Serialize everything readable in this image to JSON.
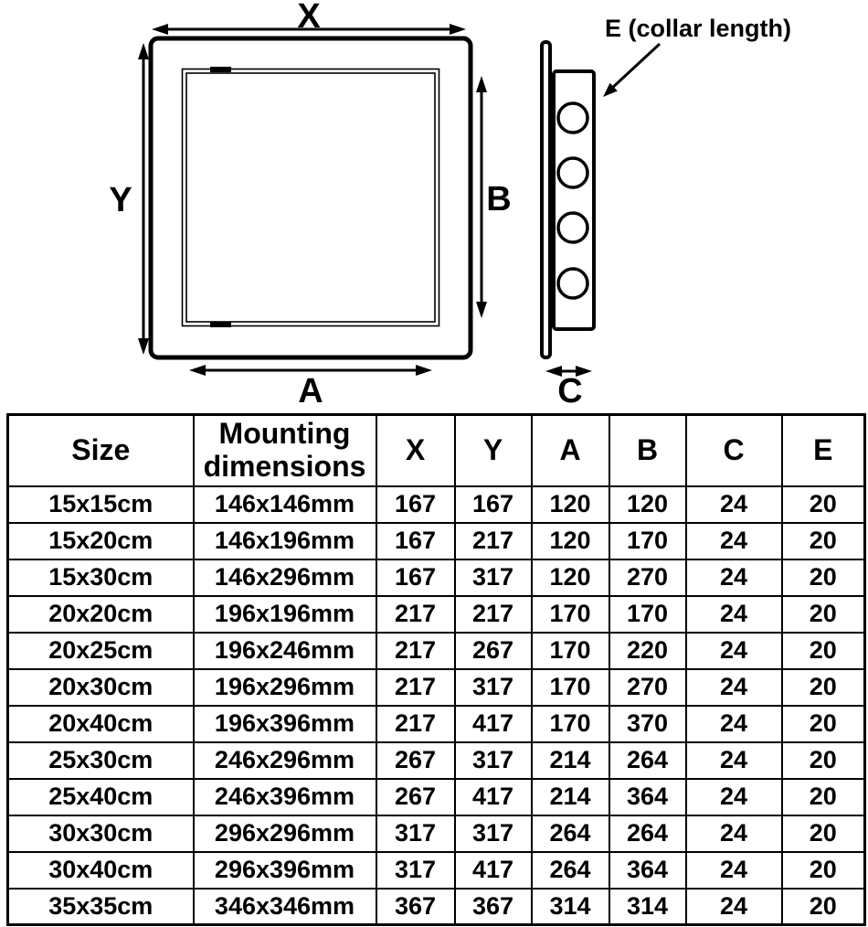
{
  "colors": {
    "line": "#000000",
    "background": "#ffffff"
  },
  "diagram": {
    "front_view": {
      "label_x": "X",
      "label_y": "Y",
      "label_a": "A",
      "label_b": "B"
    },
    "side_view": {
      "label_c": "C",
      "label_e": "E (collar length)",
      "hole_count": 4
    }
  },
  "table": {
    "headers": [
      "Size",
      "Mounting dimensions",
      "X",
      "Y",
      "A",
      "B",
      "C",
      "E"
    ],
    "rows": [
      [
        "15x15cm",
        "146x146mm",
        "167",
        "167",
        "120",
        "120",
        "24",
        "20"
      ],
      [
        "15x20cm",
        "146x196mm",
        "167",
        "217",
        "120",
        "170",
        "24",
        "20"
      ],
      [
        "15x30cm",
        "146x296mm",
        "167",
        "317",
        "120",
        "270",
        "24",
        "20"
      ],
      [
        "20x20cm",
        "196x196mm",
        "217",
        "217",
        "170",
        "170",
        "24",
        "20"
      ],
      [
        "20x25cm",
        "196x246mm",
        "217",
        "267",
        "170",
        "220",
        "24",
        "20"
      ],
      [
        "20x30cm",
        "196x296mm",
        "217",
        "317",
        "170",
        "270",
        "24",
        "20"
      ],
      [
        "20x40cm",
        "196x396mm",
        "217",
        "417",
        "170",
        "370",
        "24",
        "20"
      ],
      [
        "25x30cm",
        "246x296mm",
        "267",
        "317",
        "214",
        "264",
        "24",
        "20"
      ],
      [
        "25x40cm",
        "246x396mm",
        "267",
        "417",
        "214",
        "364",
        "24",
        "20"
      ],
      [
        "30x30cm",
        "296x296mm",
        "317",
        "317",
        "264",
        "264",
        "24",
        "20"
      ],
      [
        "30x40cm",
        "296x396mm",
        "317",
        "417",
        "264",
        "364",
        "24",
        "20"
      ],
      [
        "35x35cm",
        "346x346mm",
        "367",
        "367",
        "314",
        "314",
        "24",
        "20"
      ]
    ]
  }
}
